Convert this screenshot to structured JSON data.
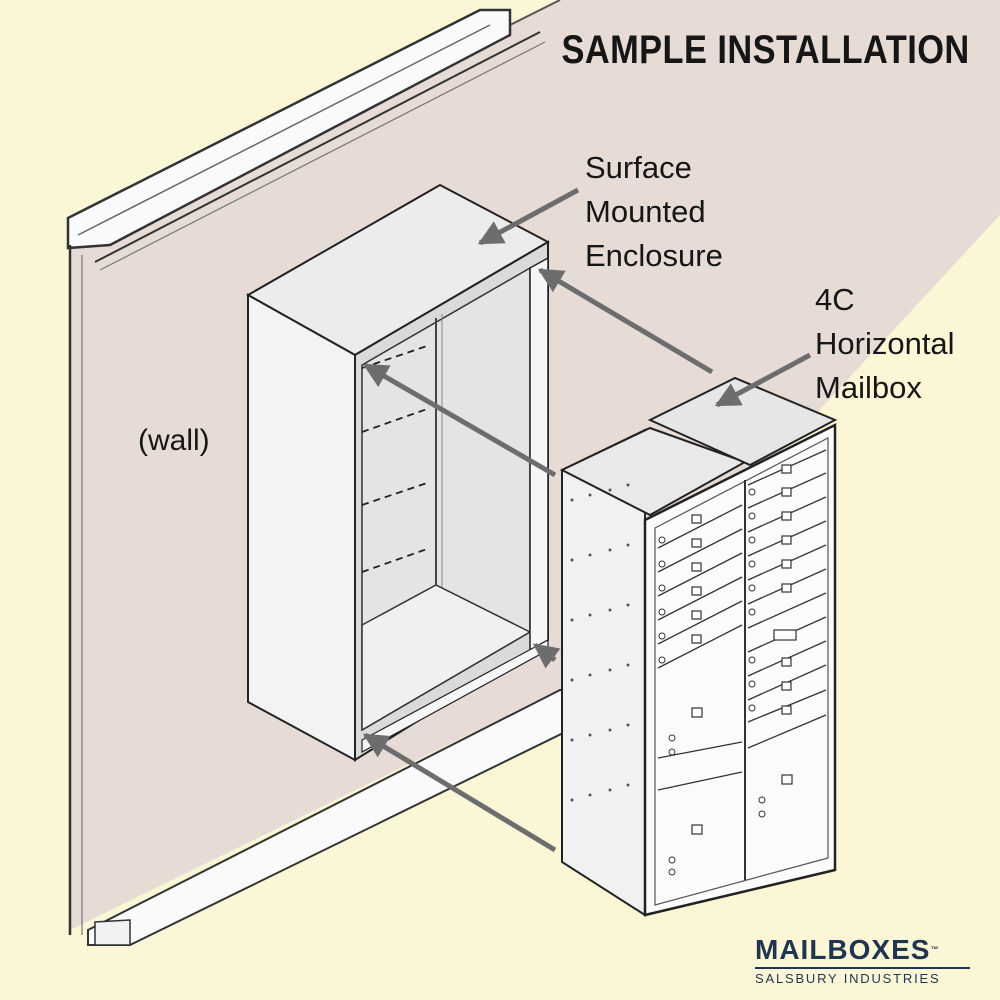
{
  "title": "SAMPLE INSTALLATION",
  "labels": {
    "enclosure": [
      "Surface",
      "Mounted",
      "Enclosure"
    ],
    "mailbox": [
      "4C",
      "Horizontal",
      "Mailbox"
    ],
    "wall": "(wall)"
  },
  "logo": {
    "name": "MAILBOXES",
    "trademark": "™",
    "tagline": "SALSBURY INDUSTRIES"
  },
  "colors": {
    "background": "#fbf6d5",
    "wall": "#e7dbd6",
    "arrow": "#6d6d6d",
    "logo": "#1f3550"
  }
}
